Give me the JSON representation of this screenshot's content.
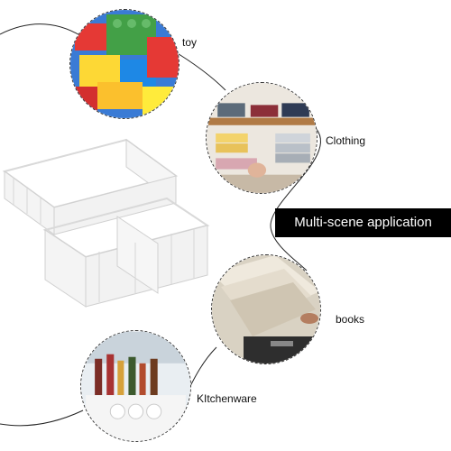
{
  "scene_labels": {
    "toy": "toy",
    "clothing": "Clothing",
    "books": "books",
    "kitchenware": "KItchenware"
  },
  "banner": {
    "text": "Multi-scene application"
  },
  "colors": {
    "banner_bg": "#000000",
    "banner_text": "#ffffff",
    "connector_line": "#222222",
    "divider_plastic": "#f4f4f4"
  },
  "icons": {
    "toy": "toy-bricks-photo",
    "clothing": "clothing-closet-photo",
    "books": "file-drawer-photo",
    "kitchenware": "kitchen-bottles-photo",
    "product": "drawer-divider-organizer"
  }
}
